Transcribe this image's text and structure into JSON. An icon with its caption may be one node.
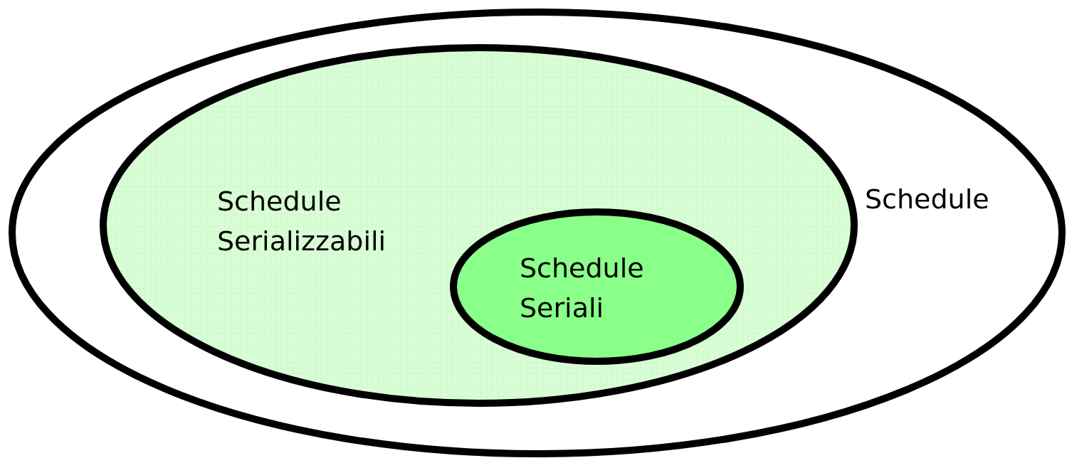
{
  "diagram": {
    "nodes": [
      {
        "text": [
          "Schedule"
        ]
      },
      {
        "text": [
          "Schedule Serializzabili"
        ],
        "in": 0
      },
      {
        "text": [
          "Schedule Seriali"
        ],
        "in": 1
      }
    ]
  }
}
